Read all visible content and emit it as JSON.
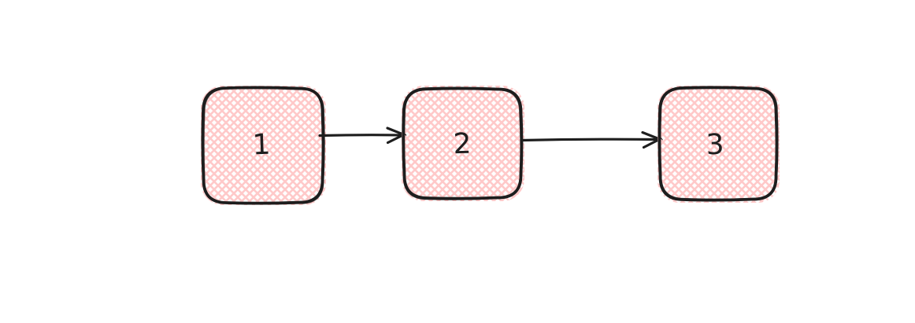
{
  "diagram": {
    "type": "flowchart",
    "direction": "left-to-right",
    "nodes": [
      {
        "id": "1",
        "label": "1",
        "shape": "rounded-rectangle",
        "fill_style": "cross-hatch"
      },
      {
        "id": "2",
        "label": "2",
        "shape": "rounded-rectangle",
        "fill_style": "cross-hatch"
      },
      {
        "id": "3",
        "label": "3",
        "shape": "rounded-rectangle",
        "fill_style": "cross-hatch"
      }
    ],
    "edges": [
      {
        "from": "1",
        "to": "2",
        "style": "arrow"
      },
      {
        "from": "2",
        "to": "3",
        "style": "arrow"
      }
    ]
  },
  "colors": {
    "stroke": "#1e1e1e",
    "fill_hatch": "#ffc9c9",
    "background": "#ffffff"
  }
}
